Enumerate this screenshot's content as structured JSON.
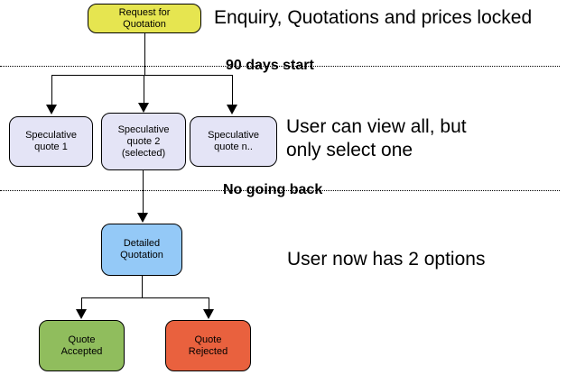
{
  "diagram": {
    "nodes": {
      "request": {
        "label": "Request for\nQuotation",
        "fill": "#E6E550"
      },
      "spec1": {
        "label": "Speculative\nquote 1",
        "fill": "#E4E4F6"
      },
      "spec2": {
        "label": "Speculative\nquote 2\n(selected)",
        "fill": "#E4E4F6"
      },
      "spec3": {
        "label": "Speculative\nquote n..",
        "fill": "#E4E4F6"
      },
      "detailed": {
        "label": "Detailed\nQuotation",
        "fill": "#94C9F7"
      },
      "accepted": {
        "label": "Quote\nAccepted",
        "fill": "#90BD5D"
      },
      "rejected": {
        "label": "Quote\nRejected",
        "fill": "#E9613E"
      }
    },
    "milestones": {
      "days90": "90 days start",
      "noback": "No going back"
    },
    "annotations": {
      "locked": "Enquiry, Quotations and prices locked",
      "view": "User can view all, but\nonly select one",
      "options": "User now has 2 options"
    },
    "line_color": "#000000"
  }
}
